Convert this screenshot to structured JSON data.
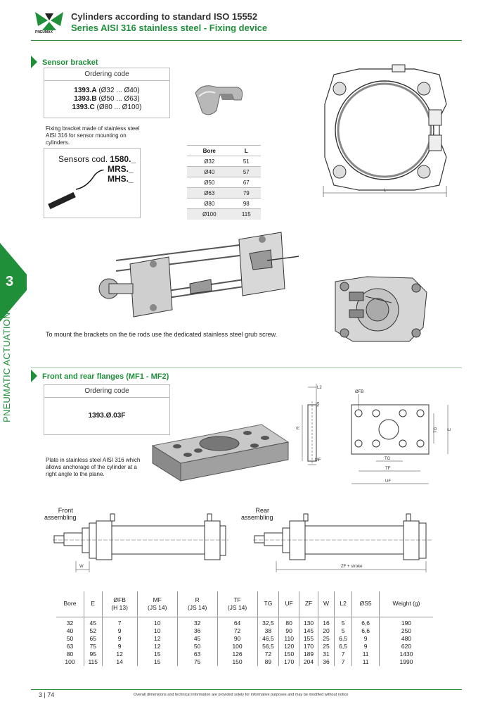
{
  "header": {
    "logo_text": "PNEUMAX",
    "title": "Cylinders according to standard ISO 15552",
    "subtitle": "Series AISI 316 stainless steel - Fixing device"
  },
  "side_tab": {
    "number": "3",
    "label": "PNEUMATIC ACTUATION"
  },
  "sensor_bracket": {
    "title": "Sensor bracket",
    "ordering_label": "Ordering code",
    "codes": [
      {
        "code": "1393.A",
        "range": "(Ø32 ... Ø40)"
      },
      {
        "code": "1393.B",
        "range": "(Ø50 ... Ø63)"
      },
      {
        "code": "1393.C",
        "range": "(Ø80 ... Ø100)"
      }
    ],
    "description": "Fixing bracket made of stainless steel AISI 316 for sensor mounting on cylinders.",
    "sensors_prefix": "Sensors cod.",
    "sensors_code": "1580._",
    "sensors_mrs": "MRS._",
    "sensors_mhs": "MHS._",
    "table": {
      "headers": [
        "Bore",
        "L"
      ],
      "rows": [
        [
          "Ø32",
          "51"
        ],
        [
          "Ø40",
          "57"
        ],
        [
          "Ø50",
          "67"
        ],
        [
          "Ø63",
          "79"
        ],
        [
          "Ø80",
          "98"
        ],
        [
          "Ø100",
          "115"
        ]
      ]
    },
    "dim_L": "L",
    "mount_note": "To mount the brackets on the tie rods use the dedicated stainless steel grub screw."
  },
  "flanges": {
    "title": "Front and rear flanges (MF1 - MF2)",
    "ordering_label": "Ordering code",
    "code": "1393.Ø.03F",
    "description": "Plate in stainless steel AISI 316 which allows anchorage of the cylinder at a right angle to the plane.",
    "dims": {
      "L2": "L2",
      "S5": "S5",
      "R": "R",
      "MF": "MF",
      "FB": "ØFB",
      "TG": "TG",
      "E": "E",
      "TF": "TF",
      "UF": "UF",
      "W": "W",
      "ZF": "ZF + stroke"
    },
    "front_label_1": "Front",
    "front_label_2": "assembling",
    "rear_label_1": "Rear",
    "rear_label_2": "assembling"
  },
  "dim_table": {
    "headers": [
      [
        "Bore",
        ""
      ],
      [
        "E",
        ""
      ],
      [
        "ØFB",
        "(H 13)"
      ],
      [
        "MF",
        "(JS 14)"
      ],
      [
        "R",
        "(JS 14)"
      ],
      [
        "TF",
        "(JS 14)"
      ],
      [
        "TG",
        ""
      ],
      [
        "UF",
        ""
      ],
      [
        "ZF",
        ""
      ],
      [
        "W",
        ""
      ],
      [
        "L2",
        ""
      ],
      [
        "ØS5",
        ""
      ],
      [
        "Weight (g)",
        ""
      ]
    ],
    "rows": [
      [
        "32",
        "45",
        "7",
        "10",
        "32",
        "64",
        "32,5",
        "80",
        "130",
        "16",
        "5",
        "6,6",
        "190"
      ],
      [
        "40",
        "52",
        "9",
        "10",
        "36",
        "72",
        "38",
        "90",
        "145",
        "20",
        "5",
        "6,6",
        "250"
      ],
      [
        "50",
        "65",
        "9",
        "12",
        "45",
        "90",
        "46,5",
        "110",
        "155",
        "25",
        "6,5",
        "9",
        "480"
      ],
      [
        "63",
        "75",
        "9",
        "12",
        "50",
        "100",
        "56,5",
        "120",
        "170",
        "25",
        "6,5",
        "9",
        "620"
      ],
      [
        "80",
        "95",
        "12",
        "15",
        "63",
        "126",
        "72",
        "150",
        "189",
        "31",
        "7",
        "11",
        "1430"
      ],
      [
        "100",
        "115",
        "14",
        "15",
        "75",
        "150",
        "89",
        "170",
        "204",
        "36",
        "7",
        "11",
        "1990"
      ]
    ]
  },
  "footer": {
    "page": "3 | 74",
    "disclaimer": "Overall dimensions and technical information are provided solely for informative purposes and may be modified without notice"
  },
  "colors": {
    "accent": "#1f8f3a"
  }
}
